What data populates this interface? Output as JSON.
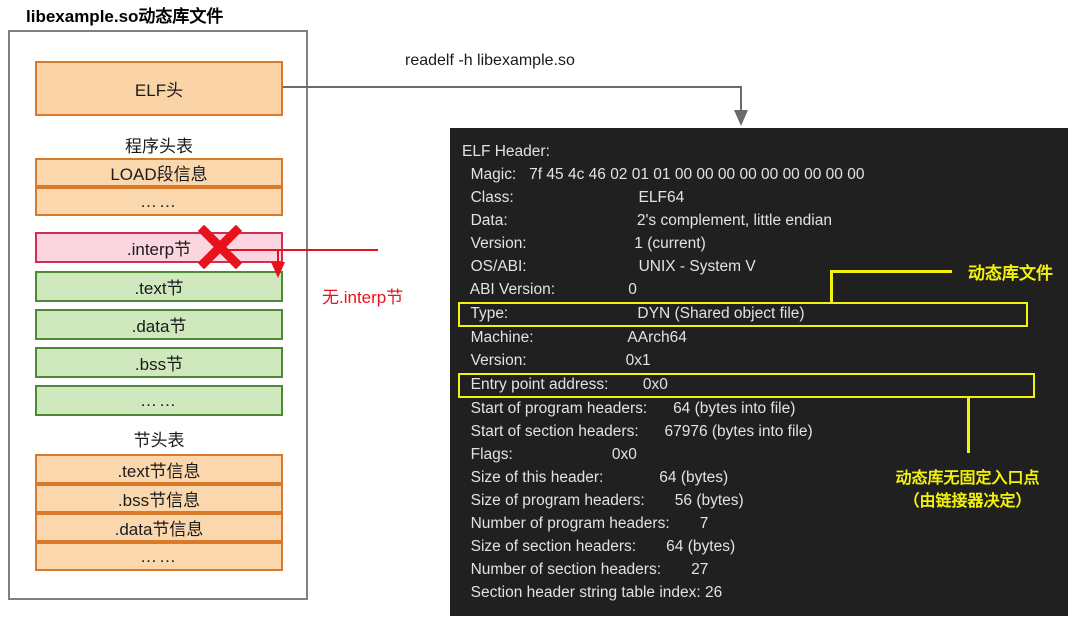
{
  "diagram": {
    "title": "libexample.so动态库文件",
    "elf_header_block": "ELF头",
    "program_header_table_label": "程序头表",
    "program_header_rows": [
      "LOAD段信息",
      "……"
    ],
    "sections": [
      {
        "label": ".interp节",
        "color": "pink"
      },
      {
        "label": ".text节",
        "color": "green"
      },
      {
        "label": ".data节",
        "color": "green"
      },
      {
        "label": ".bss节",
        "color": "green"
      },
      {
        "label": "……",
        "color": "green"
      }
    ],
    "section_header_table_label": "节头表",
    "section_header_rows": [
      ".text节信息",
      ".bss节信息",
      ".data节信息",
      "……"
    ],
    "missing_interp_note": "无.interp节",
    "command": "readelf -h libexample.so"
  },
  "terminal": {
    "lines": [
      {
        "text": "ELF Header:",
        "indent": 0
      },
      {
        "text": "  Magic:   7f 45 4c 46 02 01 01 00 00 00 00 00 00 00 00 00",
        "indent": 0
      },
      {
        "text": "  Class:                             ELF64",
        "indent": 0
      },
      {
        "text": "  Data:                              2's complement, little endian",
        "indent": 0
      },
      {
        "text": "  Version:                         1 (current)",
        "indent": 0
      },
      {
        "text": "  OS/ABI:                          UNIX - System V",
        "indent": 0
      },
      {
        "text": "  ABI Version:                 0",
        "indent": 0
      },
      {
        "text": "  Type:                              DYN (Shared object file)",
        "indent": 0
      },
      {
        "text": "  Machine:                      AArch64",
        "indent": 0
      },
      {
        "text": "  Version:                       0x1",
        "indent": 0
      },
      {
        "text": "  Entry point address:        0x0",
        "indent": 0
      },
      {
        "text": "  Start of program headers:      64 (bytes into file)",
        "indent": 0
      },
      {
        "text": "  Start of section headers:      67976 (bytes into file)",
        "indent": 0
      },
      {
        "text": "  Flags:                       0x0",
        "indent": 0
      },
      {
        "text": "  Size of this header:             64 (bytes)",
        "indent": 0
      },
      {
        "text": "  Size of program headers:       56 (bytes)",
        "indent": 0
      },
      {
        "text": "  Number of program headers:       7",
        "indent": 0
      },
      {
        "text": "  Size of section headers:       64 (bytes)",
        "indent": 0
      },
      {
        "text": "  Number of section headers:       27",
        "indent": 0
      },
      {
        "text": "  Section header string table index: 26",
        "indent": 0
      }
    ],
    "annotations": {
      "type_note": "动态库文件",
      "entry_note_line1": "动态库无固定入口点",
      "entry_note_line2": "（由链接器决定）"
    }
  },
  "colors": {
    "orange_fill": "#fad3a6",
    "orange_border": "#d9792a",
    "green_fill": "#cfe8bd",
    "green_border": "#4e8a33",
    "pink_fill": "#fbd5df",
    "pink_border": "#cf2d54",
    "terminal_bg": "#202020",
    "highlight": "#f2f20d",
    "red": "#e8121c",
    "frame": "#808080"
  }
}
